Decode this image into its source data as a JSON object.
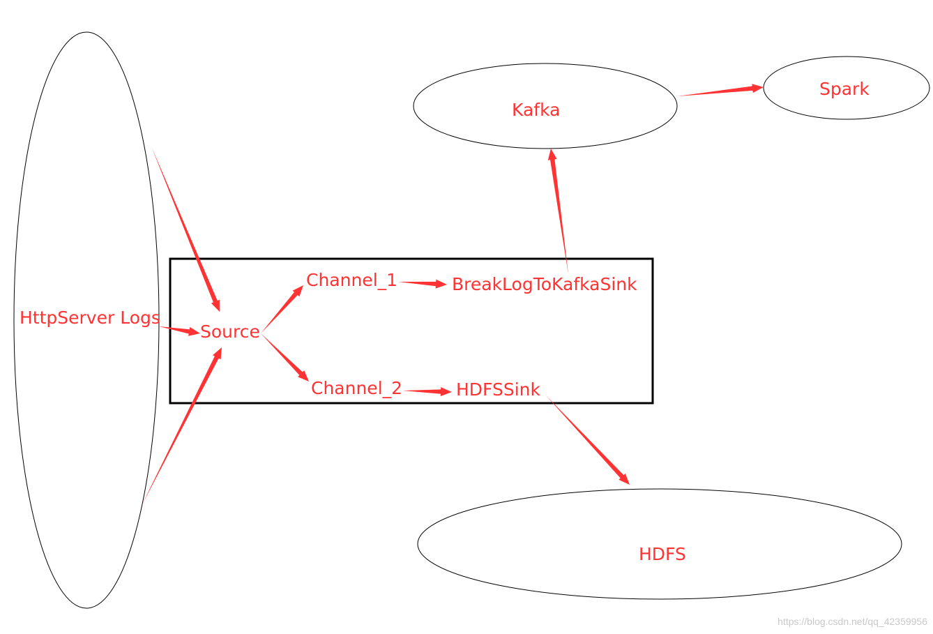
{
  "diagram": {
    "nodes": {
      "httpserver_logs": "HttpServer Logs",
      "source": "Source",
      "channel_1": "Channel_1",
      "channel_2": "Channel_2",
      "break_log_sink": "BreakLogToKafkaSink",
      "hdfs_sink": "HDFSSink",
      "kafka": "Kafka",
      "spark": "Spark",
      "hdfs": "HDFS"
    },
    "edges": [
      {
        "from": "HttpServer Logs",
        "to": "Source"
      },
      {
        "from": "Source",
        "to": "Channel_1"
      },
      {
        "from": "Source",
        "to": "Channel_2"
      },
      {
        "from": "Channel_1",
        "to": "BreakLogToKafkaSink"
      },
      {
        "from": "Channel_2",
        "to": "HDFSSink"
      },
      {
        "from": "BreakLogToKafkaSink",
        "to": "Kafka"
      },
      {
        "from": "Kafka",
        "to": "Spark"
      },
      {
        "from": "HDFSSink",
        "to": "HDFS"
      }
    ],
    "arrow_color": "#ff3333",
    "outline_color": "#000000"
  },
  "watermark": "https://blog.csdn.net/qq_42359956"
}
